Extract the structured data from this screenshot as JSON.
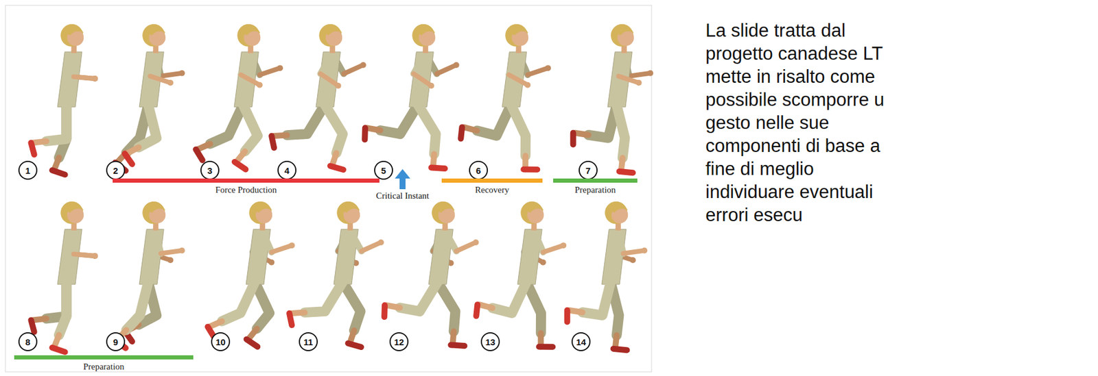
{
  "diagram": {
    "nodes": [
      {
        "text": [
          "1"
        ]
      },
      {
        "text": [
          "2"
        ]
      },
      {
        "text": [
          "3"
        ]
      },
      {
        "text": [
          "4"
        ]
      },
      {
        "text": [
          "5"
        ]
      },
      {
        "text": [
          "6"
        ]
      },
      {
        "text": [
          "7"
        ]
      },
      {
        "text": [
          "Force Production"
        ]
      },
      {
        "text": [
          "Recovery"
        ]
      },
      {
        "text": [
          "Preparation"
        ]
      },
      {
        "text": [
          "8"
        ]
      },
      {
        "text": [
          "9"
        ]
      },
      {
        "text": [
          "10"
        ]
      },
      {
        "text": [
          "11"
        ]
      },
      {
        "text": [
          "12"
        ]
      },
      {
        "text": [
          "13"
        ]
      },
      {
        "text": [
          "14"
        ]
      },
      {
        "text": [
          "Preparation"
        ]
      }
    ],
    "labels": [
      "Critical Instant",
      "La slide tratta dal progetto canadese LT mette in risalto come possibile scomporre u gesto nelle sue componenti di base a fine di meglio individuare eventuali errori esecu"
    ]
  }
}
